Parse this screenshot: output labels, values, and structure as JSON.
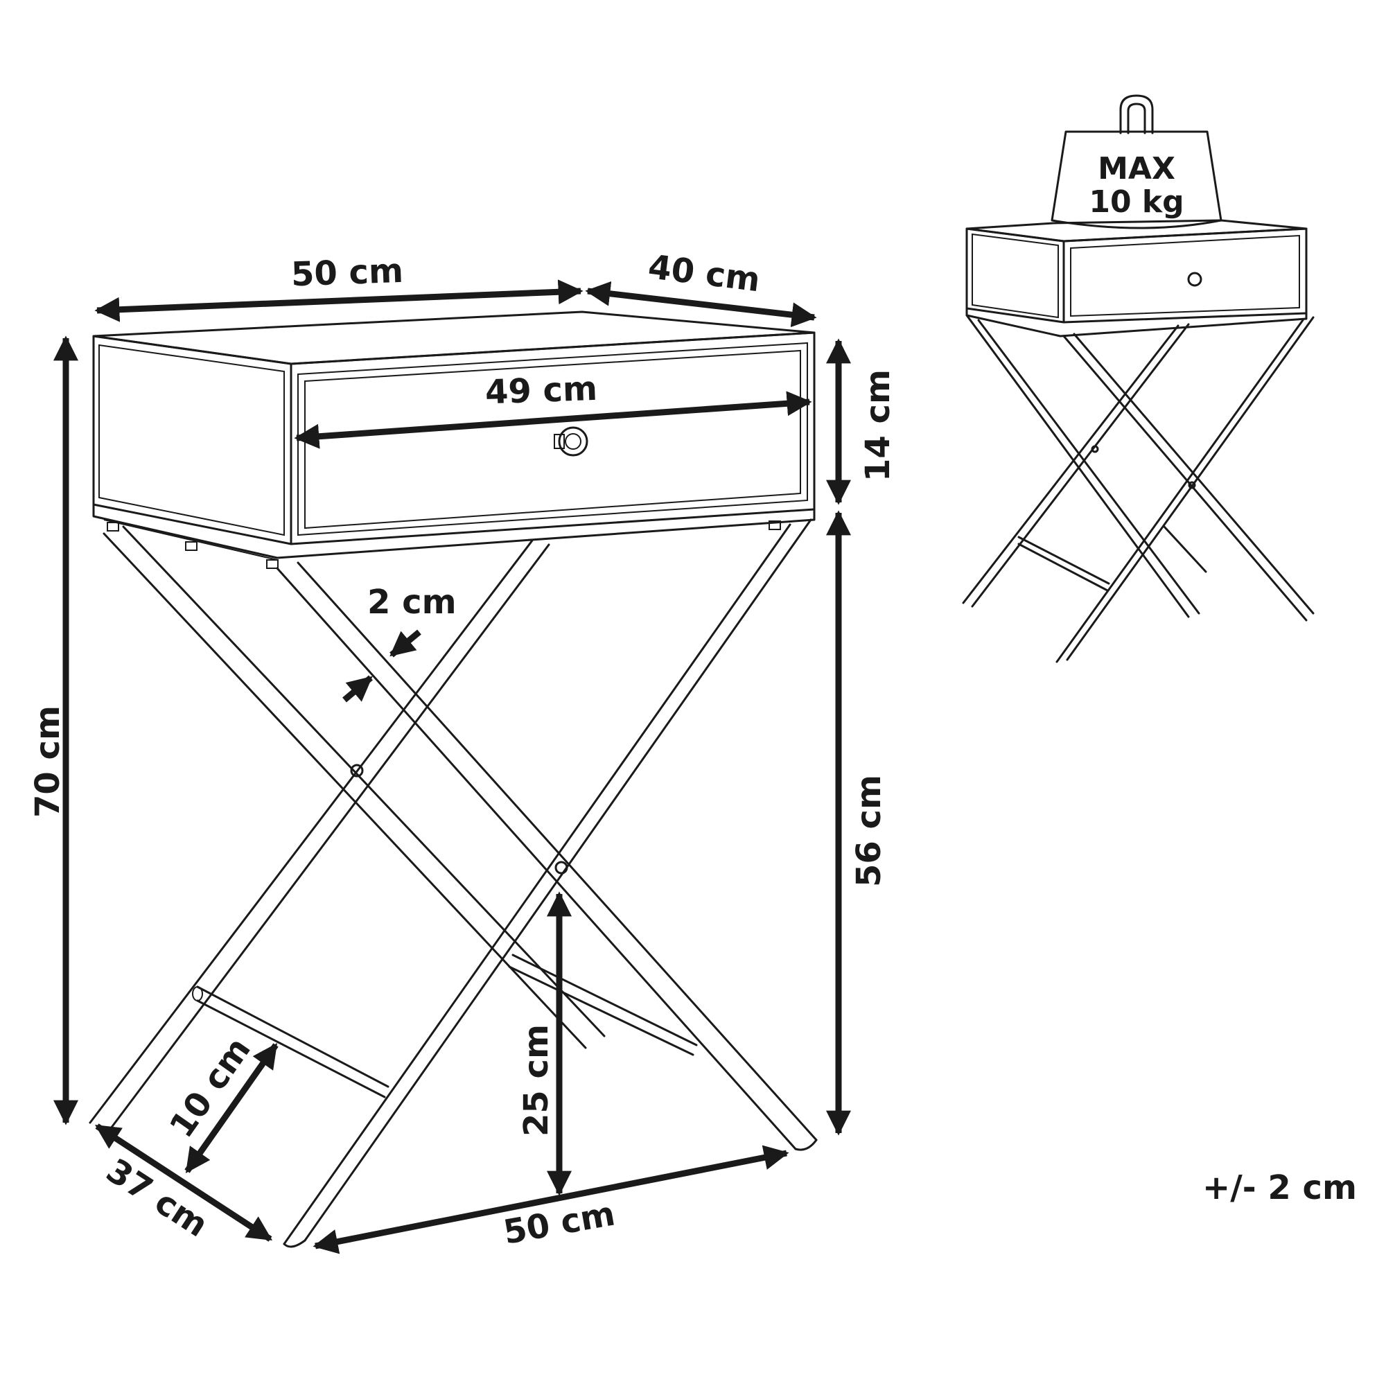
{
  "labels": {
    "top_width": "50 cm",
    "top_depth": "40 cm",
    "drawer_width": "49 cm",
    "drawer_height": "14 cm",
    "total_height": "70 cm",
    "leg_thickness": "2 cm",
    "leg_height": "56 cm",
    "crossbar_height": "25 cm",
    "crossbar_offset": "10 cm",
    "base_depth": "37 cm",
    "base_width": "50 cm",
    "tolerance": "+/- 2 cm",
    "max_load_line1": "MAX",
    "max_load_line2": "10 kg"
  },
  "colors": {
    "ink": "#1a1a1a",
    "background": "#ffffff"
  },
  "icons": {
    "weight": "max-load-weight-icon",
    "knob": "drawer-knob-icon"
  }
}
